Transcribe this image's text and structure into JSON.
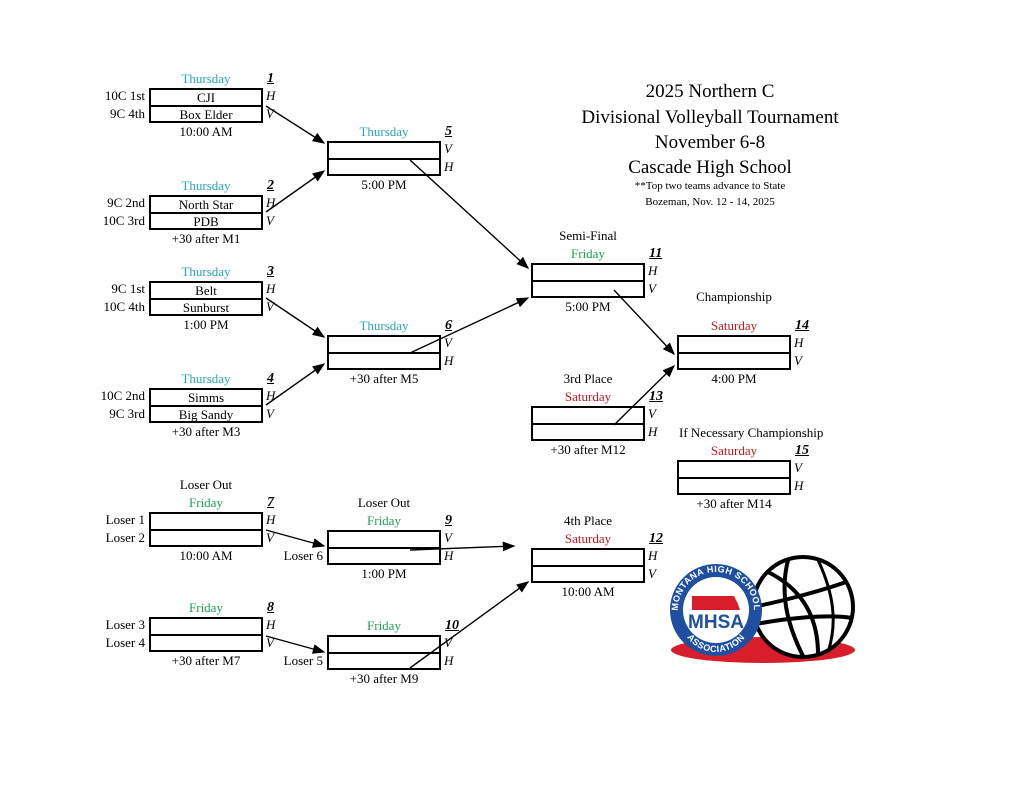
{
  "title": {
    "line1": "2025 Northern C",
    "line2": "Divisional Volleyball Tournament",
    "line3": "November 6-8",
    "line4": "Cascade High School",
    "note1": "**Top two teams advance to State",
    "note2": "Bozeman, Nov. 12 - 14, 2025"
  },
  "colors": {
    "thursday": "#2aa3b8",
    "friday": "#1f9e57",
    "saturday": "#c0171d"
  },
  "matches": [
    {
      "num": "1",
      "day": "Thursday",
      "day_color": "#2aa3b8",
      "seeds": [
        "10C 1st",
        "9C 4th"
      ],
      "teams": [
        "CJI",
        "Box Elder"
      ],
      "hv": [
        "H",
        "V"
      ],
      "time": "10:00 AM"
    },
    {
      "num": "2",
      "day": "Thursday",
      "day_color": "#2aa3b8",
      "seeds": [
        "9C 2nd",
        "10C 3rd"
      ],
      "teams": [
        "North Star",
        "PDB"
      ],
      "hv": [
        "H",
        "V"
      ],
      "time": "+30 after M1"
    },
    {
      "num": "3",
      "day": "Thursday",
      "day_color": "#2aa3b8",
      "seeds": [
        "9C 1st",
        "10C 4th"
      ],
      "teams": [
        "Belt",
        "Sunburst"
      ],
      "hv": [
        "H",
        "V"
      ],
      "time": "1:00 PM"
    },
    {
      "num": "4",
      "day": "Thursday",
      "day_color": "#2aa3b8",
      "seeds": [
        "10C 2nd",
        "9C 3rd"
      ],
      "teams": [
        "Simms",
        "Big Sandy"
      ],
      "hv": [
        "H",
        "V"
      ],
      "time": "+30 after M3"
    },
    {
      "num": "5",
      "day": "Thursday",
      "day_color": "#2aa3b8",
      "seeds": [
        "",
        ""
      ],
      "teams": [
        "",
        ""
      ],
      "hv": [
        "V",
        "H"
      ],
      "time": "5:00 PM"
    },
    {
      "num": "6",
      "day": "Thursday",
      "day_color": "#2aa3b8",
      "seeds": [
        "",
        ""
      ],
      "teams": [
        "",
        ""
      ],
      "hv": [
        "V",
        "H"
      ],
      "time": "+30 after M5"
    },
    {
      "num": "7",
      "header": "Loser Out",
      "day": "Friday",
      "day_color": "#1f9e57",
      "seeds": [
        "Loser 1",
        "Loser 2"
      ],
      "teams": [
        "",
        ""
      ],
      "hv": [
        "H",
        "V"
      ],
      "time": "10:00 AM"
    },
    {
      "num": "8",
      "day": "Friday",
      "day_color": "#1f9e57",
      "seeds": [
        "Loser 3",
        "Loser 4"
      ],
      "teams": [
        "",
        ""
      ],
      "hv": [
        "H",
        "V"
      ],
      "time": "+30 after M7"
    },
    {
      "num": "9",
      "header": "Loser Out",
      "day": "Friday",
      "day_color": "#1f9e57",
      "seeds": [
        "",
        "Loser 6"
      ],
      "teams": [
        "",
        ""
      ],
      "hv": [
        "V",
        "H"
      ],
      "time": "1:00 PM"
    },
    {
      "num": "10",
      "day": "Friday",
      "day_color": "#1f9e57",
      "seeds": [
        "",
        "Loser 5"
      ],
      "teams": [
        "",
        ""
      ],
      "hv": [
        "V",
        "H"
      ],
      "time": "+30 after M9"
    },
    {
      "num": "11",
      "header": "Semi-Final",
      "day": "Friday",
      "day_color": "#1f9e57",
      "seeds": [
        "",
        ""
      ],
      "teams": [
        "",
        ""
      ],
      "hv": [
        "H",
        "V"
      ],
      "time": "5:00 PM"
    },
    {
      "num": "12",
      "header": "4th Place",
      "day": "Saturday",
      "day_color": "#c0171d",
      "seeds": [
        "",
        ""
      ],
      "teams": [
        "",
        ""
      ],
      "hv": [
        "H",
        "V"
      ],
      "time": "10:00 AM"
    },
    {
      "num": "13",
      "header": "3rd Place",
      "day": "Saturday",
      "day_color": "#c0171d",
      "seeds": [
        "",
        ""
      ],
      "teams": [
        "",
        ""
      ],
      "hv": [
        "V",
        "H"
      ],
      "time": "+30 after M12"
    },
    {
      "num": "14",
      "header": "Championship",
      "day": "Saturday",
      "day_color": "#c0171d",
      "seeds": [
        "",
        ""
      ],
      "teams": [
        "",
        ""
      ],
      "hv": [
        "H",
        "V"
      ],
      "time": "4:00 PM"
    },
    {
      "num": "15",
      "header": "If Necessary Championship",
      "day": "Saturday",
      "day_color": "#c0171d",
      "seeds": [
        "",
        ""
      ],
      "teams": [
        "",
        ""
      ],
      "hv": [
        "V",
        "H"
      ],
      "time": "+30 after M14"
    }
  ],
  "logo": {
    "text_top": "MONTANA HIGH SCHOOL",
    "text_mid": "MHSA",
    "text_bottom": "ASSOCIATION"
  }
}
